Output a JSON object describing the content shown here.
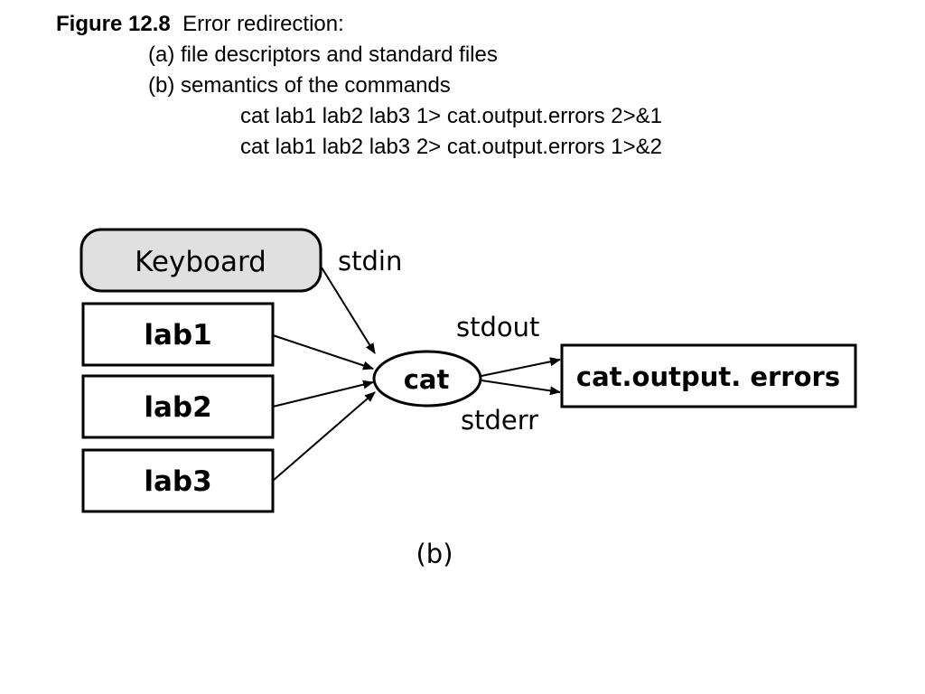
{
  "caption": {
    "figure_label": "Figure 12.8",
    "title": "Error redirection:",
    "items": [
      "(a) file descriptors and standard files",
      "(b) semantics of the commands"
    ],
    "commands": [
      "cat lab1 lab2 lab3 1> cat.output.errors 2>&1",
      "cat lab1 lab2 lab3 2> cat.output.errors 1>&2"
    ]
  },
  "diagram": {
    "inputs": {
      "keyboard": "Keyboard",
      "lab1": "lab1",
      "lab2": "lab2",
      "lab3": "lab3"
    },
    "process": "cat",
    "output": "cat.output. errors",
    "streams": {
      "stdin": "stdin",
      "stdout": "stdout",
      "stderr": "stderr"
    },
    "part_label": "(b)"
  },
  "colors": {
    "keyboard_fill": "#e0e0e0",
    "stroke": "#000000",
    "background": "#ffffff"
  }
}
